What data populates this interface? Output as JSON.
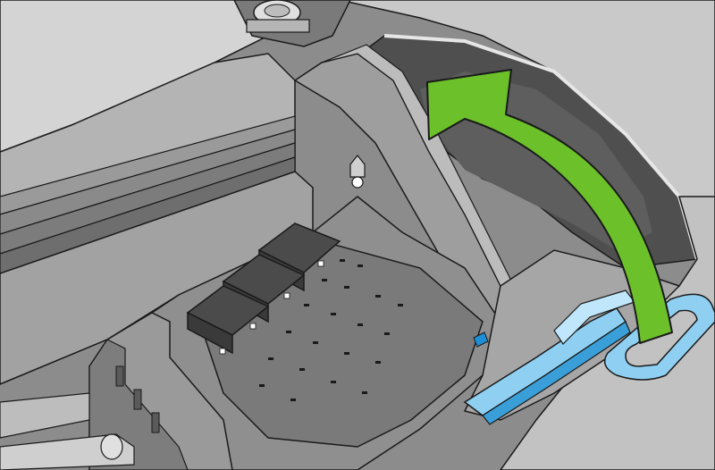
{
  "diagram": {
    "subject": "printer-printhead-carriage-cover-opening",
    "colors": {
      "body_light": "#c9c9c9",
      "body_mid": "#a7a7a7",
      "body_dark": "#8f8f8f",
      "shadow": "#3f3f3f",
      "cavity": "#5a5a5a",
      "printhead": "#4b4b4b",
      "outline": "#1a1a1a",
      "arrow_green": "#6cc02a",
      "latch_blue": "#8fd0f2",
      "latch_blue_dark": "#3a9fd8",
      "indicator_blue": "#1e8fd6",
      "roller_metal": "#d9d9d9"
    },
    "callouts": {
      "arrow": "lift-latch-direction",
      "latch": "carriage-cover-latch"
    }
  }
}
